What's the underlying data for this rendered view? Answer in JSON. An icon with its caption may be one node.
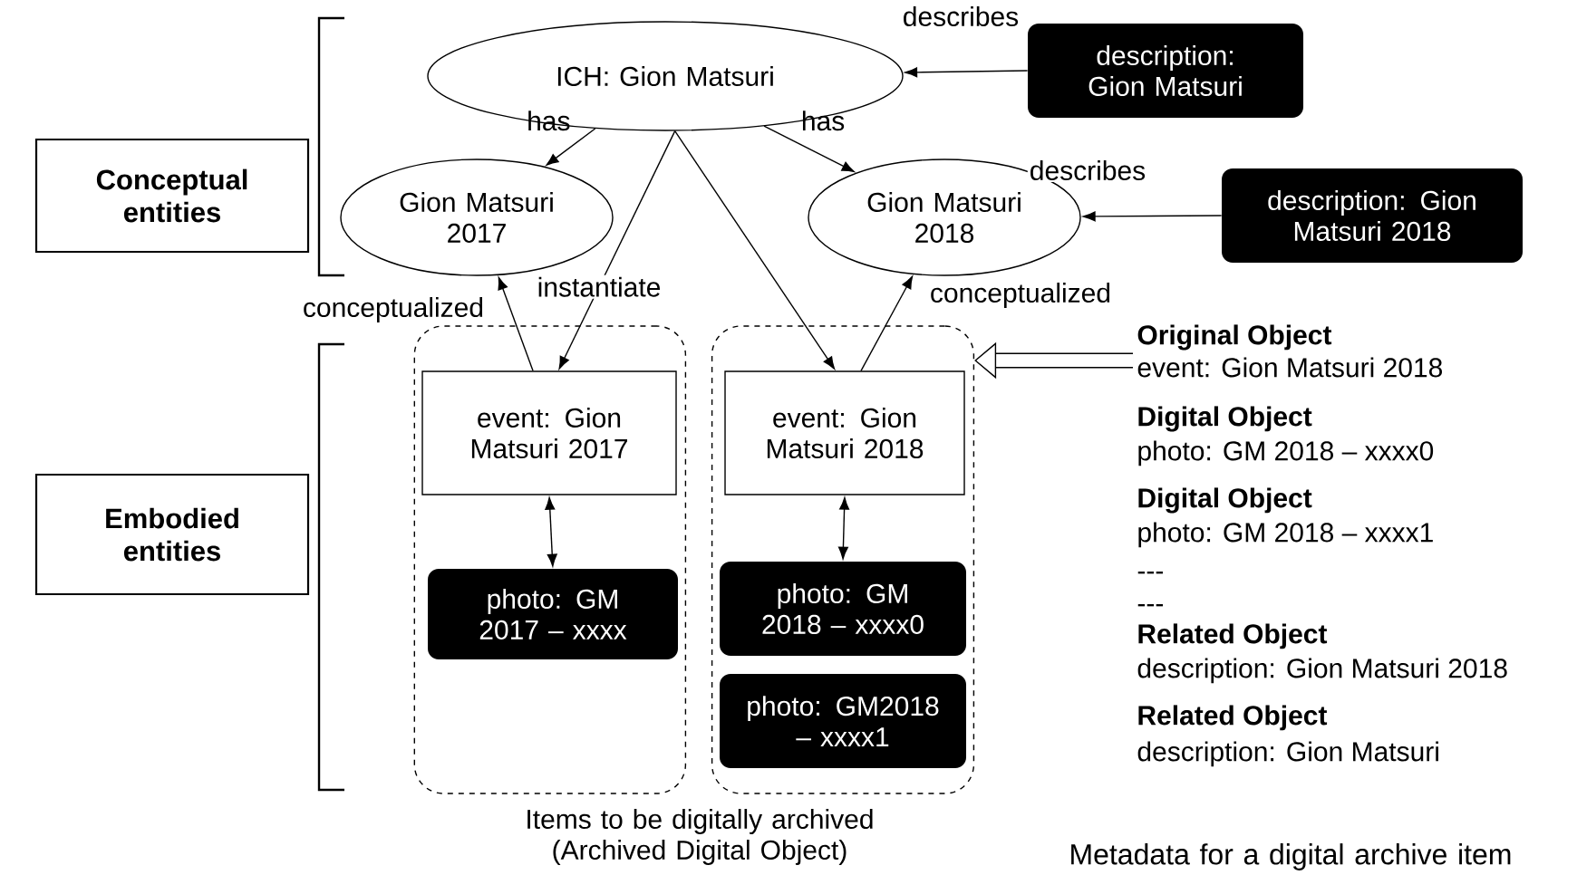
{
  "diagram": {
    "nodes": [
      {
        "text": [
          "Conceptual entities"
        ]
      },
      {
        "text": [
          "Embodied entities"
        ]
      },
      {
        "text": [
          "ICH: Gion Matsuri"
        ]
      },
      {
        "text": [
          "description: Gion Matsuri"
        ]
      },
      {
        "text": [
          "Gion Matsuri 2017"
        ]
      },
      {
        "text": [
          "Gion Matsuri 2018"
        ]
      },
      {
        "text": [
          "description: Gion Matsuri 2018"
        ]
      },
      {
        "text": [],
        "shape": "box"
      },
      {
        "text": [
          "event: Gion Matsuri 2017"
        ],
        "in": 7
      },
      {
        "text": [
          "photo: GM 2017 – xxxx"
        ],
        "in": 7
      },
      {
        "text": [],
        "shape": "box"
      },
      {
        "text": [
          "event: Gion Matsuri 2018"
        ],
        "in": 10
      },
      {
        "text": [
          "photo: GM 2018 – xxxx0"
        ],
        "in": 10
      },
      {
        "text": [
          "photo: GM2018 – xxxx1"
        ],
        "in": 10
      },
      {
        "text": [
          "Original Object",
          "event: Gion Matsuri 2018",
          "Digital Object",
          "photo: GM 2018 – xxxx0",
          "Digital Object",
          "photo: GM 2018 – xxxx1",
          "---",
          "---",
          "Related Object",
          "description: Gion Matsuri 2018",
          "Related Object",
          "description: Gion Matsuri"
        ]
      }
    ],
    "edges": [
      {
        "from": 2,
        "to": 4,
        "arrow": "to",
        "label": "has"
      },
      {
        "from": 2,
        "to": 5,
        "arrow": "to",
        "label": "has"
      },
      {
        "from": 3,
        "to": 2,
        "arrow": "to",
        "label": "describes"
      },
      {
        "from": 6,
        "to": 5,
        "arrow": "to",
        "label": "describes"
      },
      {
        "from": 8,
        "to": 4,
        "arrow": "to",
        "label": "conceptualized"
      },
      {
        "from": 2,
        "to": 8,
        "arrow": "to",
        "label": "instantiate"
      },
      {
        "from": 2,
        "to": 11,
        "arrow": "to"
      },
      {
        "from": 11,
        "to": 5,
        "arrow": "to",
        "label": "conceptualized"
      },
      {
        "from": 8,
        "to": 9,
        "arrow": "both"
      },
      {
        "from": 11,
        "to": 12,
        "arrow": "both"
      },
      {
        "from": 14,
        "to": 10,
        "arrow": "to",
        "style": "thick"
      }
    ],
    "labels": [
      "Items to be digitally archived (Archived Digital Object)",
      "Metadata for a digital archive item"
    ]
  }
}
